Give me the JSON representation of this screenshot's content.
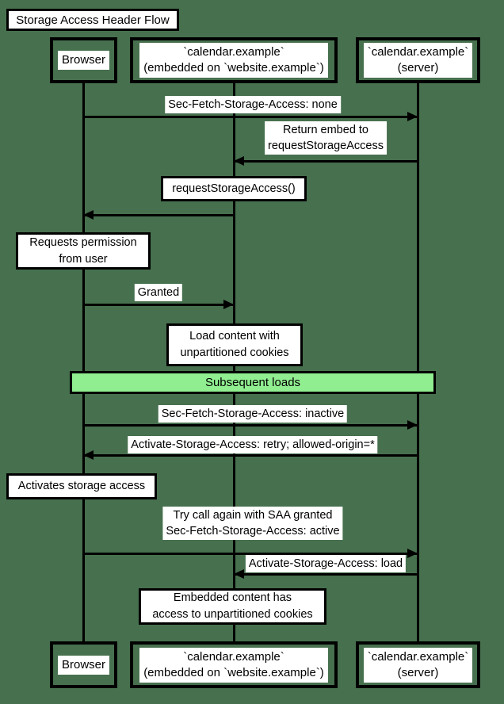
{
  "title": "Storage Access Header Flow",
  "participants": {
    "browser": "Browser",
    "embed": "`calendar.example`\n(embedded on `website.example`)",
    "server": "`calendar.example`\n(server)"
  },
  "messages": {
    "sec_fetch_none": "Sec-Fetch-Storage-Access: none",
    "return_embed": "Return embed to\nrequestStorageAccess",
    "request_storage_access": "requestStorageAccess()",
    "granted": "Granted",
    "sec_fetch_inactive": "Sec-Fetch-Storage-Access: inactive",
    "activate_retry": "Activate-Storage-Access: retry; allowed-origin=*",
    "try_again": "Try call again with SAA granted\nSec-Fetch-Storage-Access: active",
    "activate_load": "Activate-Storage-Access: load"
  },
  "notes": {
    "requests_permission": "Requests permission\nfrom user",
    "load_content": "Load content with\nunpartitioned cookies",
    "activates_storage": "Activates storage access",
    "embedded_access": "Embedded content has\naccess to unpartitioned cookies"
  },
  "band": "Subsequent loads",
  "colors": {
    "background": "#47704E",
    "band_fill": "#90EE90",
    "box_fill": "#FFFFFF",
    "line": "#000000"
  }
}
